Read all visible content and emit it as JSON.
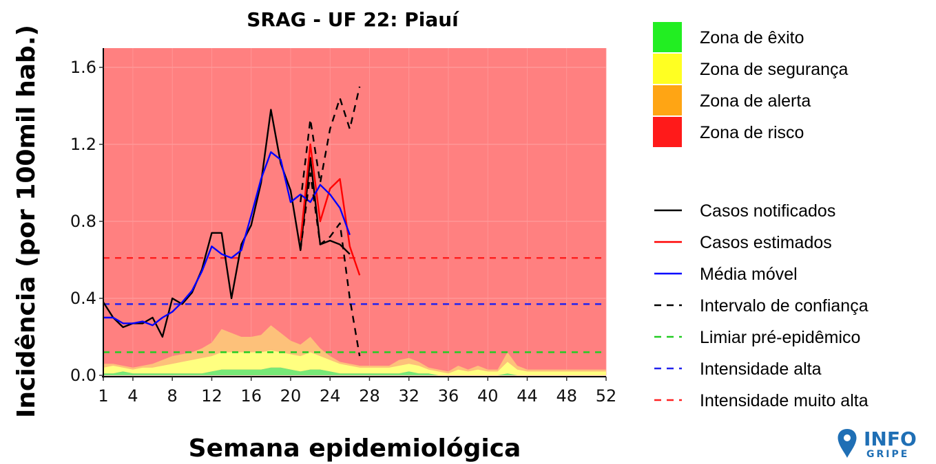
{
  "chart_data": {
    "type": "line",
    "title": "SRAG - UF 22: Piauí",
    "xlabel": "Semana epidemiológica",
    "ylabel": "Incidência (por 100mil hab.)",
    "xlim": [
      1,
      52
    ],
    "ylim": [
      0,
      1.7
    ],
    "x_ticks": [
      1,
      4,
      8,
      12,
      16,
      20,
      24,
      28,
      32,
      36,
      40,
      44,
      48,
      52
    ],
    "y_ticks": [
      0.0,
      0.4,
      0.8,
      1.2,
      1.6
    ],
    "y_tick_labels": [
      "0.0",
      "0.4",
      "0.8",
      "1.2",
      "1.6"
    ],
    "grid": true,
    "legend_position": "right",
    "zones": [
      {
        "name": "Zona de êxito",
        "color": "#22ee22"
      },
      {
        "name": "Zona de segurança",
        "color": "#ffff22"
      },
      {
        "name": "Zona de alerta",
        "color": "#ffa514"
      },
      {
        "name": "Zona de risco",
        "color": "#ff1a1a"
      }
    ],
    "zone_background": {
      "x": [
        1,
        2,
        3,
        4,
        5,
        6,
        7,
        8,
        9,
        10,
        11,
        12,
        13,
        14,
        15,
        16,
        17,
        18,
        19,
        20,
        21,
        22,
        23,
        24,
        25,
        26,
        27,
        28,
        29,
        30,
        31,
        32,
        33,
        34,
        35,
        36,
        37,
        38,
        39,
        40,
        41,
        42,
        43,
        44,
        45,
        46,
        47,
        48,
        49,
        50,
        51,
        52
      ],
      "exito_upper": [
        0.01,
        0.01,
        0.02,
        0.01,
        0.01,
        0.01,
        0.01,
        0.01,
        0.01,
        0.01,
        0.01,
        0.02,
        0.03,
        0.03,
        0.03,
        0.03,
        0.03,
        0.04,
        0.04,
        0.03,
        0.02,
        0.03,
        0.03,
        0.02,
        0.01,
        0.01,
        0.01,
        0.01,
        0.01,
        0.01,
        0.01,
        0.02,
        0.01,
        0.01,
        0.0,
        0.0,
        0.0,
        0.0,
        0.0,
        0.0,
        0.0,
        0.01,
        0.0,
        0.0,
        0.0,
        0.0,
        0.0,
        0.0,
        0.0,
        0.0,
        0.0,
        0.0
      ],
      "seguranca_upper": [
        0.04,
        0.05,
        0.04,
        0.03,
        0.04,
        0.04,
        0.05,
        0.06,
        0.07,
        0.08,
        0.09,
        0.1,
        0.12,
        0.12,
        0.12,
        0.12,
        0.12,
        0.13,
        0.12,
        0.11,
        0.1,
        0.12,
        0.1,
        0.08,
        0.06,
        0.05,
        0.04,
        0.04,
        0.04,
        0.04,
        0.05,
        0.06,
        0.05,
        0.03,
        0.02,
        0.01,
        0.03,
        0.02,
        0.03,
        0.02,
        0.02,
        0.07,
        0.03,
        0.02,
        0.02,
        0.02,
        0.02,
        0.02,
        0.02,
        0.02,
        0.02,
        0.02
      ],
      "alerta_upper": [
        0.06,
        0.06,
        0.05,
        0.04,
        0.05,
        0.06,
        0.08,
        0.1,
        0.11,
        0.12,
        0.14,
        0.17,
        0.24,
        0.22,
        0.2,
        0.2,
        0.21,
        0.26,
        0.22,
        0.18,
        0.16,
        0.2,
        0.14,
        0.1,
        0.07,
        0.06,
        0.05,
        0.05,
        0.05,
        0.05,
        0.08,
        0.09,
        0.07,
        0.04,
        0.03,
        0.02,
        0.05,
        0.03,
        0.05,
        0.03,
        0.03,
        0.12,
        0.05,
        0.03,
        0.03,
        0.03,
        0.03,
        0.03,
        0.03,
        0.03,
        0.03,
        0.03
      ]
    },
    "series": [
      {
        "name": "Casos notificados",
        "color": "#000000",
        "dash": "solid",
        "x": [
          1,
          2,
          3,
          4,
          5,
          6,
          7,
          8,
          9,
          10,
          11,
          12,
          13,
          14,
          15,
          16,
          17,
          18,
          19,
          20,
          21,
          22,
          23,
          24,
          25,
          26
        ],
        "values": [
          0.38,
          0.3,
          0.25,
          0.27,
          0.27,
          0.3,
          0.2,
          0.4,
          0.37,
          0.43,
          0.55,
          0.74,
          0.74,
          0.4,
          0.68,
          0.78,
          1.0,
          1.38,
          1.1,
          0.96,
          0.65,
          1.13,
          0.68,
          0.7,
          0.68,
          0.63
        ]
      },
      {
        "name": "Casos estimados",
        "color": "#ff0000",
        "dash": "solid",
        "x": [
          21,
          22,
          23,
          24,
          25,
          26,
          27
        ],
        "values": [
          0.7,
          1.2,
          0.8,
          0.97,
          1.02,
          0.67,
          0.52
        ]
      },
      {
        "name": "Média móvel",
        "color": "#0000ff",
        "dash": "solid",
        "x": [
          1,
          2,
          3,
          4,
          5,
          6,
          7,
          8,
          9,
          10,
          11,
          12,
          13,
          14,
          15,
          16,
          17,
          18,
          19,
          20,
          21,
          22,
          23,
          24,
          25,
          26
        ],
        "values": [
          0.3,
          0.3,
          0.27,
          0.27,
          0.28,
          0.26,
          0.3,
          0.33,
          0.38,
          0.44,
          0.54,
          0.67,
          0.63,
          0.61,
          0.65,
          0.83,
          1.02,
          1.16,
          1.12,
          0.9,
          0.94,
          0.9,
          0.99,
          0.94,
          0.87,
          0.73
        ]
      },
      {
        "name": "Intervalo de confiança (superior)",
        "color": "#000000",
        "dash": "dashed",
        "x": [
          21,
          22,
          23,
          24,
          25,
          26,
          27
        ],
        "values": [
          0.9,
          1.33,
          1.0,
          1.28,
          1.44,
          1.28,
          1.5
        ]
      },
      {
        "name": "Intervalo de confiança (inferior)",
        "color": "#000000",
        "dash": "dashed",
        "x": [
          21,
          22,
          23,
          24,
          25,
          26,
          27
        ],
        "values": [
          0.65,
          1.05,
          0.68,
          0.72,
          0.79,
          0.4,
          0.1
        ]
      }
    ],
    "thresholds": [
      {
        "name": "Limiar pré-epidêmico",
        "value": 0.12,
        "color": "#22cc22"
      },
      {
        "name": "Intensidade alta",
        "value": 0.37,
        "color": "#2222ee"
      },
      {
        "name": "Intensidade muito alta",
        "value": 0.61,
        "color": "#ff2020"
      }
    ],
    "legend_lines": [
      {
        "label": "Casos notificados",
        "color": "#000000",
        "dash": "solid"
      },
      {
        "label": "Casos estimados",
        "color": "#ff0000",
        "dash": "solid"
      },
      {
        "label": "Média móvel",
        "color": "#0000ff",
        "dash": "solid"
      },
      {
        "label": "Intervalo de confiança",
        "color": "#000000",
        "dash": "dashed"
      },
      {
        "label": "Limiar pré-epidêmico",
        "color": "#22cc22",
        "dash": "dashed"
      },
      {
        "label": "Intensidade alta",
        "color": "#2222ee",
        "dash": "dashed"
      },
      {
        "label": "Intensidade muito alta",
        "color": "#ff2020",
        "dash": "dashed"
      }
    ]
  },
  "logo": {
    "line1": "INFO",
    "line2": "GRIPE"
  }
}
